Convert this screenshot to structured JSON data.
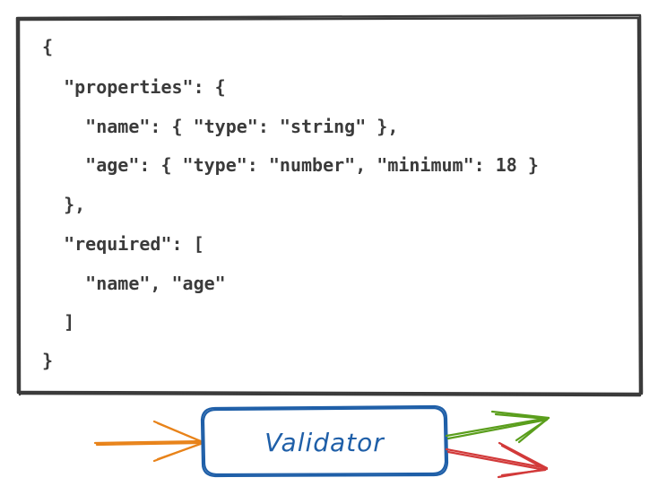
{
  "schema": {
    "lines": [
      "{",
      "  \"properties\": {",
      "    \"name\": { \"type\": \"string\" },",
      "    \"age\": { \"type\": \"number\", \"minimum\": 18 }",
      "  },",
      "  \"required\": [",
      "    \"name\", \"age\"",
      "  ]",
      "}"
    ]
  },
  "validator": {
    "label": "Validator"
  },
  "colors": {
    "box_stroke": "#3b3b3b",
    "validator_stroke": "#1f5fa8",
    "input_arrow": "#e8831a",
    "valid_arrow": "#5a9e1c",
    "invalid_arrow": "#d23a3a"
  }
}
